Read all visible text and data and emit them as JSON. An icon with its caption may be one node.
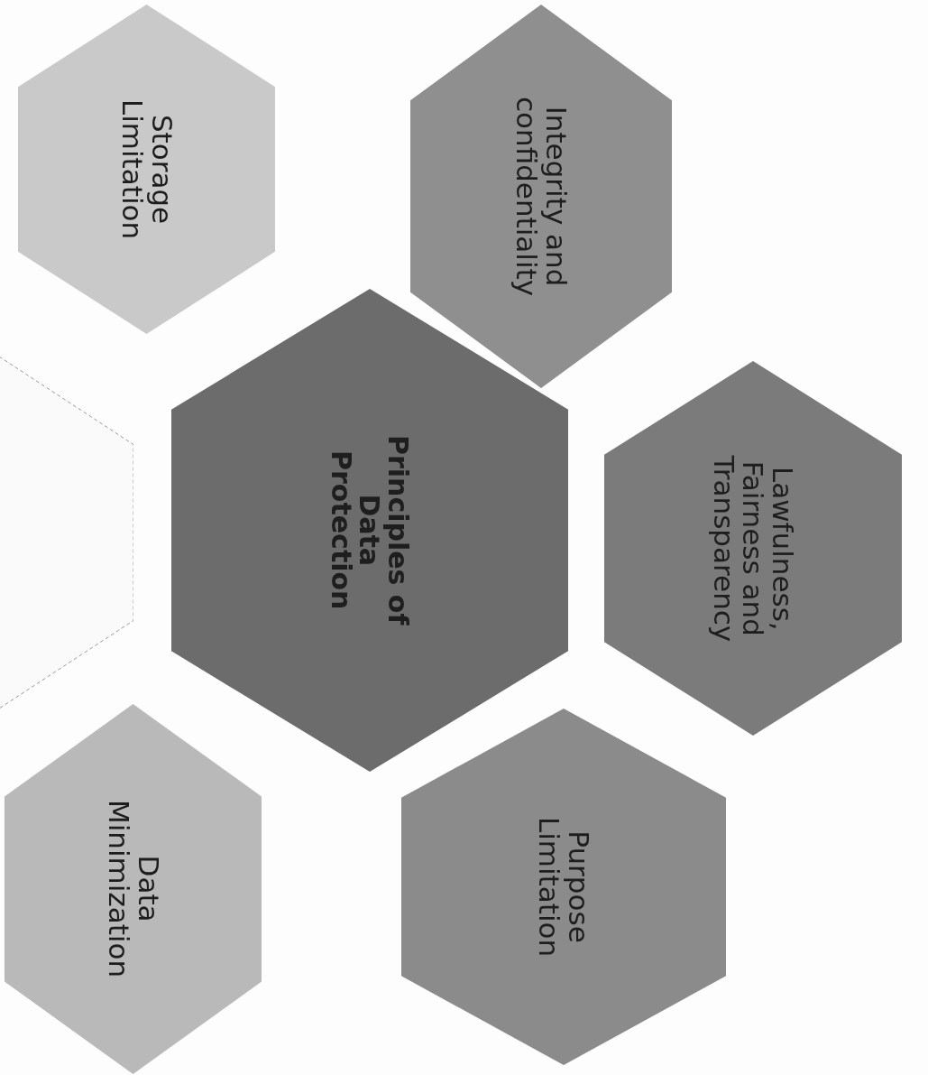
{
  "diagram": {
    "nodes": [
      {
        "text": [
          "Storage Limitation"
        ]
      },
      {
        "text": [
          "Integrity and confidentiality"
        ]
      },
      {
        "text": [],
        "shape": "hexagon"
      },
      {
        "text": [
          "Principles of Data Protection"
        ]
      },
      {
        "text": [
          "Lawfulness, Fairness and Transparency"
        ]
      },
      {
        "text": [
          "Data Minimization"
        ]
      },
      {
        "text": [
          "Purpose Limitation"
        ]
      }
    ]
  }
}
